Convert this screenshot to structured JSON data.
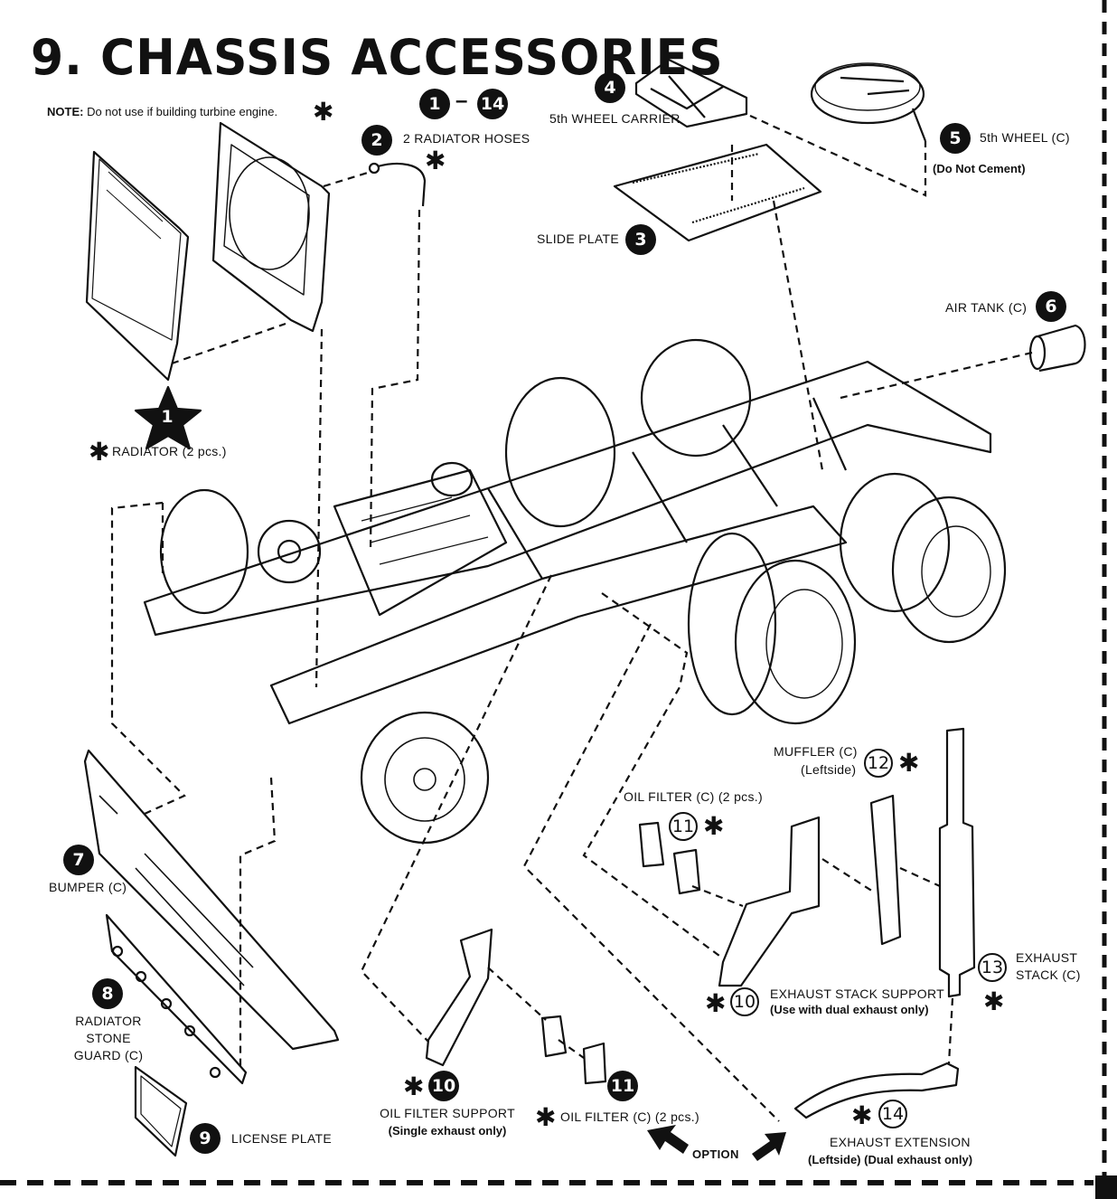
{
  "title": "9. CHASSIS ACCESSORIES",
  "note": {
    "prefix": "NOTE:",
    "text": "Do not use if building turbine engine."
  },
  "steps": {
    "from": "1",
    "to": "14",
    "sep": "–"
  },
  "asterisk": "✱",
  "parts": {
    "p1": {
      "num": "1",
      "label": "RADIATOR (2 pcs.)"
    },
    "p2": {
      "num": "2",
      "label": "2 RADIATOR HOSES"
    },
    "p3": {
      "num": "3",
      "label": "SLIDE PLATE"
    },
    "p4": {
      "num": "4",
      "label": "5th WHEEL CARRIER"
    },
    "p5": {
      "num": "5",
      "label": "5th WHEEL (C)",
      "sub": "(Do Not Cement)"
    },
    "p6": {
      "num": "6",
      "label": "AIR TANK (C)"
    },
    "p7": {
      "num": "7",
      "label": "BUMPER (C)"
    },
    "p8": {
      "num": "8",
      "line1": "RADIATOR",
      "line2": "STONE",
      "line3": "GUARD (C)"
    },
    "p9": {
      "num": "9",
      "label": "LICENSE PLATE"
    },
    "p10a": {
      "num": "10",
      "label": "OIL FILTER SUPPORT",
      "sub": "(Single exhaust only)"
    },
    "p11a": {
      "num": "11",
      "label": "OIL FILTER (C) (2 pcs.)"
    },
    "p10b": {
      "num": "10",
      "label": "EXHAUST STACK SUPPORT",
      "sub": "(Use with dual exhaust only)"
    },
    "p11b": {
      "num": "11",
      "label": "OIL FILTER (C) (2 pcs.)"
    },
    "p12": {
      "num": "12",
      "label": "MUFFLER (C)",
      "sub": "(Leftside)"
    },
    "p13": {
      "num": "13",
      "line1": "EXHAUST",
      "line2": "STACK (C)"
    },
    "p14": {
      "num": "14",
      "label": "EXHAUST EXTENSION",
      "sub": "(Leftside) (Dual exhaust only)"
    }
  },
  "option": "OPTION"
}
